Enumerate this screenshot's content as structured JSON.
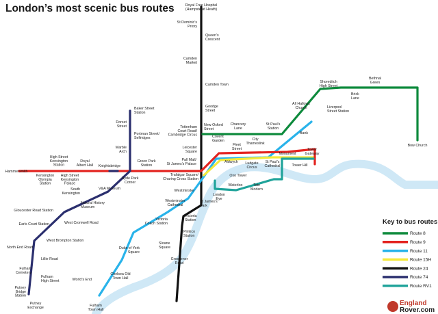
{
  "title": "London’s most scenic bus routes",
  "colors": {
    "route8": "#0d8a3c",
    "route9": "#e3231f",
    "route11": "#29b3ea",
    "route15": "#f4e93c",
    "route24": "#111111",
    "route74": "#2b2f6e",
    "routeRV1": "#1fa39a",
    "thames": "#cfe8f6"
  },
  "key": {
    "title": "Key to bus routes",
    "items": [
      {
        "label": "Route 8",
        "color": "#0d8a3c"
      },
      {
        "label": "Route 9",
        "color": "#e3231f"
      },
      {
        "label": "Route 11",
        "color": "#29b3ea"
      },
      {
        "label": "Route 15H",
        "color": "#f4e93c"
      },
      {
        "label": "Route 24",
        "color": "#111111"
      },
      {
        "label": "Route 74",
        "color": "#2b2f6e"
      },
      {
        "label": "Route RV1",
        "color": "#1fa39a"
      }
    ]
  },
  "brand": {
    "line1": "England",
    "line2": "Rover.com"
  },
  "stops": {
    "royal_free": [
      "Royal Free Hospital",
      "(Hampstead Heath)"
    ],
    "st_dominics": [
      "St Dominic’s",
      "Priory"
    ],
    "queens_crescent": [
      "Queen’s",
      "Crescent"
    ],
    "camden_market": [
      "Camden",
      "Market"
    ],
    "camden_town": [
      "Camden Town"
    ],
    "goodge_street": [
      "Goodge",
      "Street"
    ],
    "tottenham": [
      "Tottenham",
      "Court Road/",
      "Cambridge Circus"
    ],
    "new_oxford": [
      "New Oxford",
      "Street"
    ],
    "chancery": [
      "Chancery",
      "Lane"
    ],
    "st_pauls_station": [
      "St Paul’s",
      "Station"
    ],
    "city_thameslink": [
      "City",
      "Thameslink"
    ],
    "bank": [
      "Bank"
    ],
    "all_hallows": [
      "All Hallows",
      "Church"
    ],
    "liverpool_street": [
      "Liverpool",
      "Street Station"
    ],
    "shoreditch": [
      "Shoreditch",
      "High Street"
    ],
    "bethnal_green": [
      "Bethnal",
      "Green"
    ],
    "brick_lane": [
      "Brick",
      "Lane"
    ],
    "bow_church": [
      "Bow Church"
    ],
    "baker_street": [
      "Baker Street",
      "Station"
    ],
    "dorset_street": [
      "Dorset",
      "Street"
    ],
    "portman": [
      "Portman Street/",
      "Selfridges"
    ],
    "marble_arch": [
      "Marble",
      "Arch"
    ],
    "leicester": [
      "Leicester",
      "Square"
    ],
    "covent_garden": [
      "Covent",
      "Garden"
    ],
    "fleet_street": [
      "Fleet",
      "Street"
    ],
    "aldwych": [
      "Aldwych"
    ],
    "ludgate": [
      "Ludgate",
      "Circus"
    ],
    "st_pauls_cathedral": [
      "St Paul’s",
      "Cathedral"
    ],
    "monument": [
      "Monument"
    ],
    "tower_gateway": [
      "Tower",
      "Gateway"
    ],
    "tower_hill": [
      "Tower Hill"
    ],
    "oxo_tower": [
      "Oxo Tower"
    ],
    "waterloo": [
      "Waterloo"
    ],
    "tate_modern": [
      "Tate",
      "Modern"
    ],
    "london_eye": [
      "London",
      "Eye"
    ],
    "pall_mall": [
      "Pall Mall/",
      "St James’s Palace"
    ],
    "trafalgar": [
      "Trafalgar Square/",
      "Charing Cross Station"
    ],
    "green_park": [
      "Green Park",
      "Station"
    ],
    "hyde_park": [
      "Hyde Park",
      "Corner"
    ],
    "knightsbridge": [
      "Knightsbridge"
    ],
    "royal_albert": [
      "Royal",
      "Albert Hall"
    ],
    "hsk_palace": [
      "High Street",
      "Kensington",
      "Palace"
    ],
    "hsk_station": [
      "High Street",
      "Kensington",
      "Station"
    ],
    "kensington_olympia": [
      "Kensington",
      "Olympia",
      "Station"
    ],
    "hammersmith": [
      "Hammersmith"
    ],
    "va_museum": [
      "V&A Museum"
    ],
    "south_kensington": [
      "South",
      "Kensington"
    ],
    "nhm": [
      "Natural History",
      "Museum"
    ],
    "gloucester_road": [
      "Gloucester Road Station"
    ],
    "earls_court": [
      "Earls Court Station"
    ],
    "west_cromwell": [
      "West Cromwell Road"
    ],
    "west_brompton": [
      "West Brompton Station"
    ],
    "north_end": [
      "North End Road"
    ],
    "lillie_road": [
      "Lillie Road"
    ],
    "fulham_cemetery": [
      "Fulham",
      "Cemetery"
    ],
    "fulham_high": [
      "Fulham",
      "High Street"
    ],
    "putney_bridge": [
      "Putney",
      "Bridge",
      "Station"
    ],
    "putney_exchange": [
      "Putney",
      "Exchange"
    ],
    "westminster": [
      "Westminster"
    ],
    "westminster_cathedral": [
      "Westminster",
      "Cathedral"
    ],
    "st_james_park": [
      "St James’s",
      "Park"
    ],
    "victoria_coach": [
      "Victoria",
      "Coach Station"
    ],
    "victoria_station": [
      "Victoria",
      "Station"
    ],
    "pimlico": [
      "Pimlico",
      "Station"
    ],
    "grosvenor": [
      "Grosvenor",
      "Road"
    ],
    "duke_of_york": [
      "Duke of York",
      "Square"
    ],
    "sloane": [
      "Sloane",
      "Square"
    ],
    "chelsea_old": [
      "Chelsea Old",
      "Town Hall"
    ],
    "worlds_end": [
      "World’s End"
    ],
    "fulham_town": [
      "Fulham",
      "Town Hall"
    ]
  }
}
